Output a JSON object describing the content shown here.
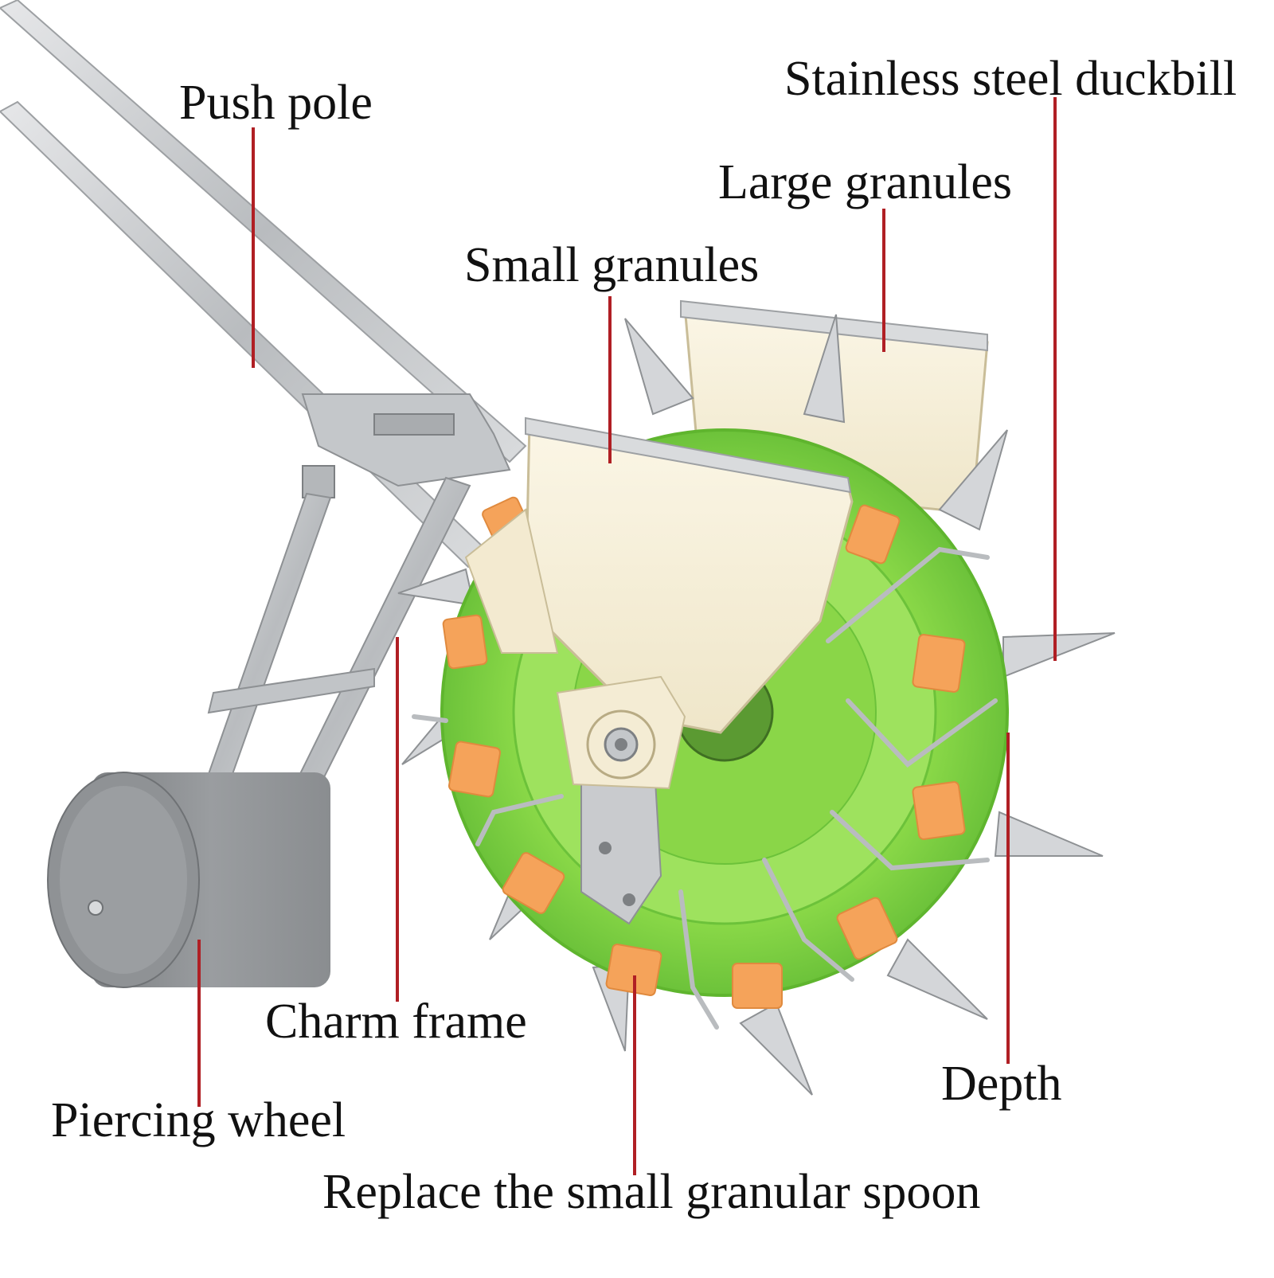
{
  "labels": {
    "push_pole": "Push pole",
    "stainless_steel_duckbill": "Stainless steel duckbill",
    "large_granules": "Large granules",
    "small_granules": "Small granules",
    "charm_frame": "Charm frame",
    "depth": "Depth",
    "piercing_wheel": "Piercing wheel",
    "replace_spoon": "Replace the small granular spoon"
  },
  "colors": {
    "leader_line": "#b01f24",
    "wheel_green": "#8fdc4a",
    "wheel_dark_green": "#5fb52e",
    "seed_pad_orange": "#f5a35a",
    "hopper_cream": "#f6efd9",
    "steel": "#c7c9cc",
    "roller_gray": "#8e9193"
  }
}
